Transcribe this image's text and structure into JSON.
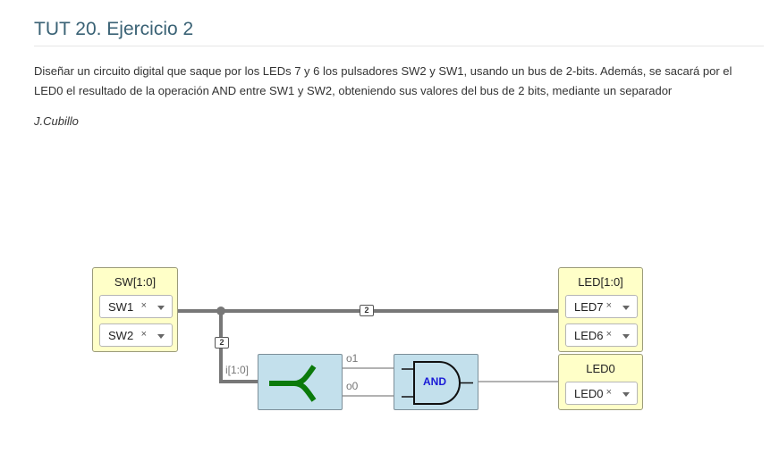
{
  "page": {
    "title": "TUT 20. Ejercicio 2",
    "description": "Diseñar un circuito digital que saque por los LEDs 7 y 6 los pulsadores SW2 y SW1, usando un bus de 2-bits. Además, se sacará por el LED0 el resultado de la operación AND entre SW1 y SW2, obteniendo sus valores del bus de 2 bits, mediante un separador",
    "author": "J.Cubillo"
  },
  "diagram": {
    "sw_block": {
      "title": "SW[1:0]",
      "selects": [
        {
          "value": "SW1",
          "clear": "×"
        },
        {
          "value": "SW2",
          "clear": "×"
        }
      ]
    },
    "led_block": {
      "title": "LED[1:0]",
      "selects": [
        {
          "value": "LED7",
          "clear": "×"
        },
        {
          "value": "LED6",
          "clear": "×"
        }
      ]
    },
    "led0_block": {
      "title": "LED0",
      "selects": [
        {
          "value": "LED0",
          "clear": "×"
        }
      ]
    },
    "splitter": {
      "input_label": "i[1:0]",
      "output_labels": [
        "o1",
        "o0"
      ]
    },
    "and_gate": {
      "label": "AND"
    },
    "bus_width_labels": [
      "2",
      "2"
    ],
    "colors": {
      "io_block": "#ffffc8",
      "module": "#c3e0ec",
      "splitter_symbol": "#0b7a0b",
      "and_label": "#1a1ad6",
      "bus_wire": "#777777",
      "wire": "#999999"
    }
  }
}
